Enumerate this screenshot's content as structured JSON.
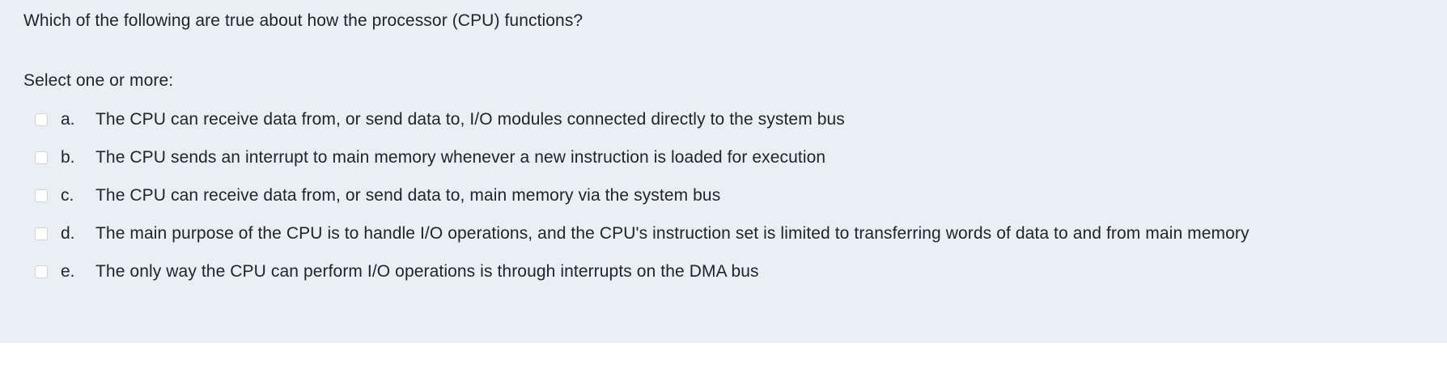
{
  "colors": {
    "panel_background": "#e9eff2",
    "page_background": "#ffffff",
    "text": "#212529",
    "checkbox_fill": "#ffffff",
    "checkbox_border": "#ccd2d6"
  },
  "question": {
    "stem": "Which of the following are true about how the processor (CPU) functions?",
    "prompt": "Select one or more:",
    "type": "multiple-choice-multi-select",
    "options": [
      {
        "letter": "a.",
        "text": "The CPU can receive data from, or send data to, I/O modules connected directly to the system bus",
        "checked": false
      },
      {
        "letter": "b.",
        "text": "The CPU sends an interrupt to main memory whenever a new instruction is loaded for execution",
        "checked": false
      },
      {
        "letter": "c.",
        "text": "The CPU can receive data from, or send data to, main memory via the system bus",
        "checked": false
      },
      {
        "letter": "d.",
        "text": "The main purpose of the CPU is to handle I/O operations, and the CPU's instruction set is limited to transferring words of data to and from main memory",
        "checked": false
      },
      {
        "letter": "e.",
        "text": "The only way the CPU can perform I/O operations is through interrupts on the DMA bus",
        "checked": false
      }
    ]
  }
}
